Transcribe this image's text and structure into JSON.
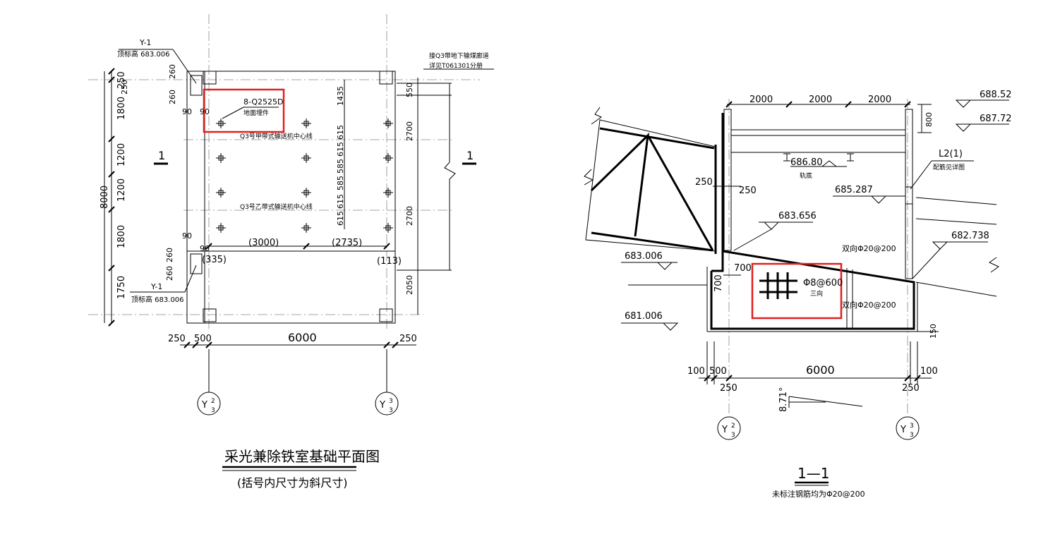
{
  "plan": {
    "title": "采光兼除铁室基础平面图",
    "subtitle": "(括号内尺寸为斜尺寸)",
    "col_label_top": "Y-1",
    "col_elev_top": "顶标高 683.006",
    "col_label_bottom": "Y-1",
    "col_elev_bottom": "顶标高 683.006",
    "embed_label": "8-Q2525D",
    "embed_sub": "地面埋件",
    "conveyor_a": "Q3号甲带式输送机中心线",
    "conveyor_b": "Q3号乙带式输送机中心线",
    "ref_note_1": "接Q3带地下输煤廊道",
    "ref_note_2": "详见T061301分册",
    "section_mark_left": "1",
    "section_mark_right": "1",
    "dims_left": [
      "250",
      "1800",
      "1200",
      "1200",
      "1800",
      "1750"
    ],
    "dim_total": "8000",
    "dims_top_small": [
      "260",
      "260",
      "250",
      "90",
      "90"
    ],
    "dims_bottom_small": [
      "90",
      "90",
      "260",
      "260"
    ],
    "dims_mid": [
      "1435",
      "615",
      "615",
      "585",
      "585",
      "615",
      "615"
    ],
    "dims_right": [
      "550",
      "2700",
      "2700",
      "2050"
    ],
    "dims_inner": [
      "(3000)",
      "(2735)",
      "(335)",
      "(113)"
    ],
    "dims_bottom": [
      "250",
      "500",
      "6000",
      "250"
    ],
    "axis_left": "2",
    "axis_right": "3",
    "axis_prefix": "Y",
    "axis_sub": "3"
  },
  "section": {
    "title": "1—1",
    "note": "未标注钢筋均为Φ20@200",
    "dims_top": [
      "2000",
      "2000",
      "2000"
    ],
    "elev_top_1": "688.52",
    "elev_top_2": "687.72",
    "dim_800": "800",
    "beam_label": "L2(1)",
    "beam_sub": "配筋见详图",
    "rail_elev": "686.80",
    "rail_sub": "轨底",
    "elev_685": "685.287",
    "elev_683656": "683.656",
    "elev_682738": "682.738",
    "elev_683006": "683.006",
    "elev_681006": "681.006",
    "dim_250a": "250",
    "dim_250b": "250",
    "dim_700a": "700",
    "dim_700b": "700",
    "rebar_1": "双向Φ20@200",
    "rebar_2": "双向Φ20@200",
    "rebar_center": "Φ8@600",
    "rebar_center_sub": "三向",
    "dim_150": "150",
    "dims_bottom": [
      "100",
      "500",
      "6000",
      "100"
    ],
    "dims_bottom_sub": [
      "250",
      "250"
    ],
    "angle": "8.71°",
    "axis_left": "2",
    "axis_right": "3",
    "axis_prefix": "Y",
    "axis_sub": "3"
  },
  "colors": {
    "highlight": "#e02020",
    "line": "#000000"
  }
}
